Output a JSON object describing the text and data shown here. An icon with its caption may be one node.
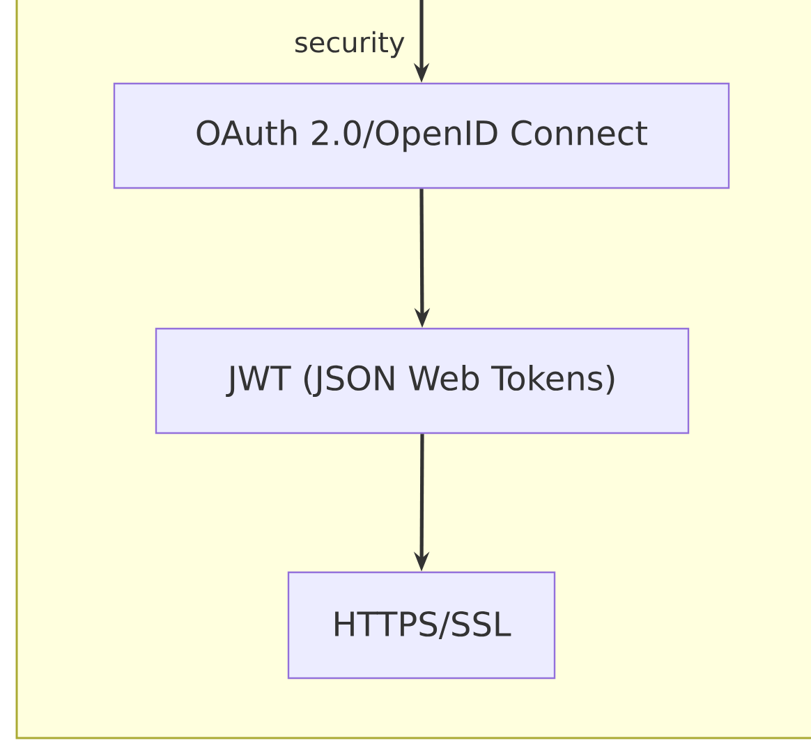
{
  "diagram": {
    "nodes": [
      {
        "text": [
          "security"
        ]
      },
      {
        "text": [
          "OAuth 2.0/OpenID Connect"
        ],
        "in": 0
      },
      {
        "text": [
          "JWT (JSON Web Tokens)"
        ],
        "in": 0
      },
      {
        "text": [
          "HTTPS/SSL"
        ],
        "in": 0
      }
    ],
    "edges": [
      {
        "from": null,
        "to": 1,
        "arrow": "to"
      },
      {
        "from": 1,
        "to": 2,
        "arrow": "to"
      },
      {
        "from": 2,
        "to": 3,
        "arrow": "to"
      }
    ]
  }
}
